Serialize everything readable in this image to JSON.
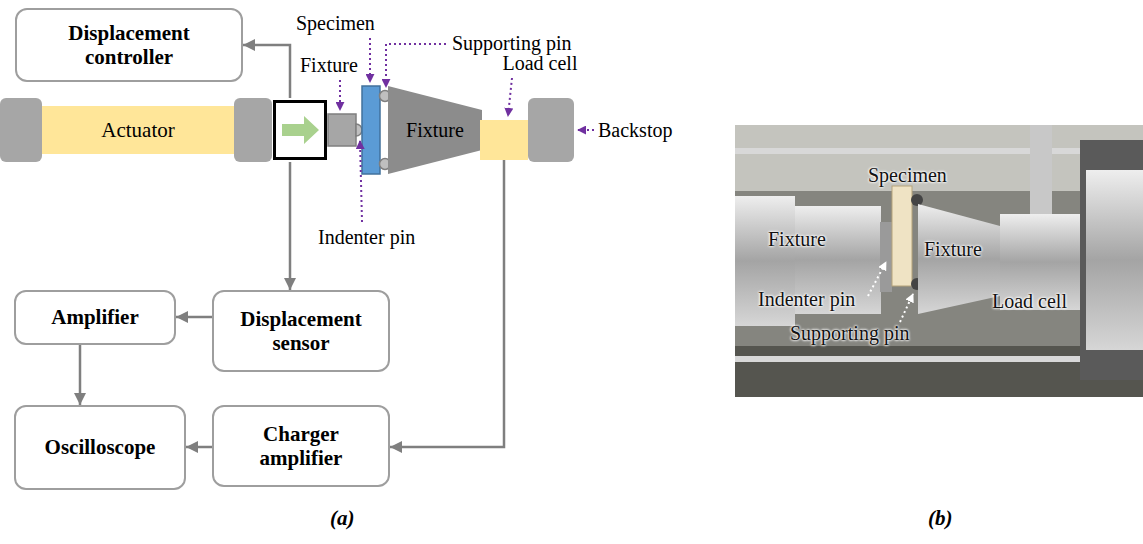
{
  "diagram": {
    "nodes": [
      {
        "text": [
          "Displacement controller"
        ]
      },
      {
        "text": [
          "Actuator"
        ]
      },
      {
        "text": [
          "Fixture"
        ]
      },
      {
        "text": [
          "Load cell"
        ]
      },
      {
        "text": [
          "Amplifier"
        ]
      },
      {
        "text": [
          "Displacement sensor"
        ]
      },
      {
        "text": [
          "Oscilloscope"
        ]
      },
      {
        "text": [
          "Charger amplifier"
        ]
      }
    ],
    "edges": [
      {
        "from": 1,
        "to": 0,
        "arrow": "to"
      },
      {
        "from": 1,
        "to": 5,
        "arrow": "to"
      },
      {
        "from": 5,
        "to": 4,
        "arrow": "to"
      },
      {
        "from": 4,
        "to": 6,
        "arrow": "to"
      },
      {
        "from": 3,
        "to": 7,
        "arrow": "to"
      },
      {
        "from": 7,
        "to": 6,
        "arrow": "to"
      }
    ],
    "labels": [
      "Specimen",
      "Supporting pin",
      "Fixture",
      "Indenter pin",
      "Backstop",
      "(a)",
      "Specimen",
      "Fixture",
      "Fixture",
      "Indenter pin",
      "Load cell",
      "Supporting pin",
      "(b)"
    ]
  }
}
